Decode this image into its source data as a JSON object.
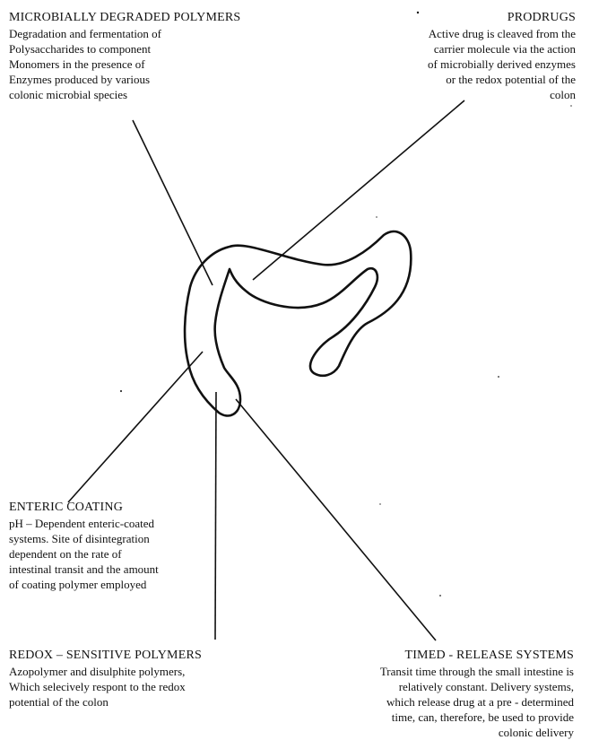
{
  "microbial": {
    "title": "MICROBIALLY DEGRADED POLYMERS",
    "lines": [
      "Degradation and fermentation of",
      "Polysaccharides to component",
      "Monomers in the presence of",
      "Enzymes produced by various",
      "colonic microbial species"
    ]
  },
  "prodrugs": {
    "title": "PRODRUGS",
    "lines": [
      "Active drug is cleaved from the",
      "carrier molecule via the action",
      "of microbially derived enzymes",
      "or  the redox potential of the",
      "colon"
    ]
  },
  "enteric": {
    "title": "ENTERIC COATING",
    "lines": [
      "pH – Dependent enteric-coated",
      "systems.  Site of disintegration",
      "dependent on the rate of",
      "intestinal transit and the amount",
      "of coating polymer employed"
    ]
  },
  "redox": {
    "title": "REDOX – SENSITIVE POLYMERS",
    "lines": [
      "Azopolymer and disulphite polymers,",
      "Which selecively respont to the redox",
      "potential  of the colon"
    ]
  },
  "timed": {
    "title": "TIMED - RELEASE SYSTEMS",
    "lines": [
      "Transit time through the small intestine is",
      "relatively constant.  Delivery systems,",
      "which release drug at a pre - determined",
      "time, can, therefore, be used to provide",
      "colonic delivery"
    ]
  },
  "colors": {
    "ink": "#111111",
    "background": "#ffffff"
  }
}
